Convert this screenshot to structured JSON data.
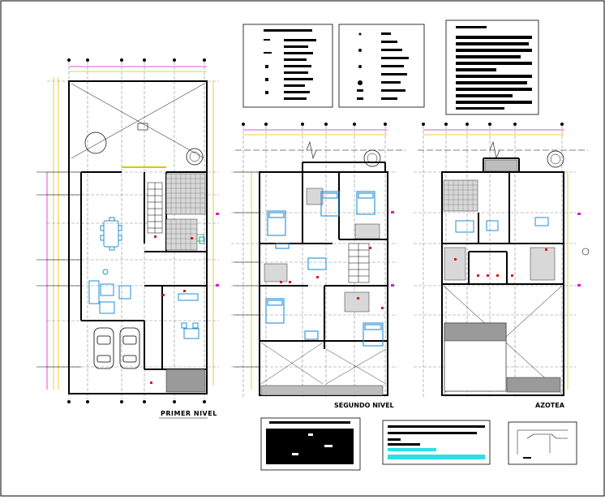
{
  "plans": {
    "first": {
      "title": "PRIMER NIVEL"
    },
    "second": {
      "title": "SEGUNDO NIVEL"
    },
    "roof": {
      "title": "AZOTEA"
    }
  },
  "colors": {
    "wall": "#000000",
    "furniture": "#1f8fd6",
    "grid": "#8a8a8a",
    "accent": "#d81b1b",
    "dim": "#e0c400",
    "magenta": "#d81bd8",
    "green": "#2bb32b",
    "cyan": "#29e1e6"
  }
}
